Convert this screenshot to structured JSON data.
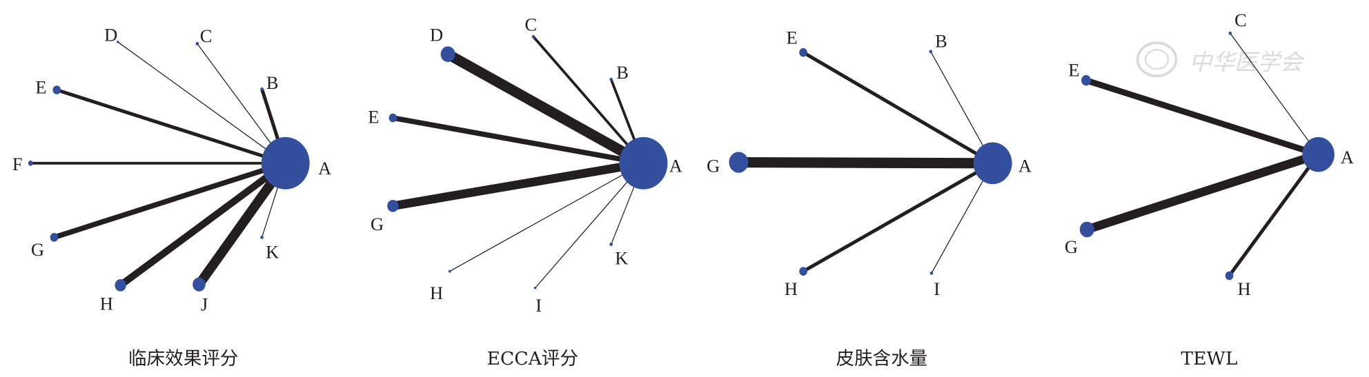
{
  "colors": {
    "node": "#334f9e",
    "edge": "#231f20",
    "watermark": "#d6d6d6"
  },
  "watermark": "中华医学会",
  "chart_data": [
    {
      "type": "network",
      "title": "临床效果评分",
      "nodes": [
        {
          "id": "A",
          "size": 30
        },
        {
          "id": "B",
          "size": 2
        },
        {
          "id": "C",
          "size": 2
        },
        {
          "id": "D",
          "size": 1
        },
        {
          "id": "E",
          "size": 5
        },
        {
          "id": "F",
          "size": 3
        },
        {
          "id": "G",
          "size": 5
        },
        {
          "id": "H",
          "size": 7
        },
        {
          "id": "J",
          "size": 8
        },
        {
          "id": "K",
          "size": 2
        }
      ],
      "edges": [
        {
          "from": "A",
          "to": "B",
          "weight": 4
        },
        {
          "from": "A",
          "to": "C",
          "weight": 1
        },
        {
          "from": "A",
          "to": "D",
          "weight": 1
        },
        {
          "from": "A",
          "to": "E",
          "weight": 4
        },
        {
          "from": "A",
          "to": "F",
          "weight": 3
        },
        {
          "from": "A",
          "to": "G",
          "weight": 6
        },
        {
          "from": "A",
          "to": "H",
          "weight": 8
        },
        {
          "from": "A",
          "to": "J",
          "weight": 11
        },
        {
          "from": "A",
          "to": "K",
          "weight": 1
        }
      ]
    },
    {
      "type": "network",
      "title": "ECCA评分",
      "nodes": [
        {
          "id": "A",
          "size": 30
        },
        {
          "id": "B",
          "size": 2
        },
        {
          "id": "C",
          "size": 2
        },
        {
          "id": "D",
          "size": 9
        },
        {
          "id": "E",
          "size": 5
        },
        {
          "id": "G",
          "size": 7
        },
        {
          "id": "H",
          "size": 1
        },
        {
          "id": "I",
          "size": 1
        },
        {
          "id": "K",
          "size": 2
        }
      ],
      "edges": [
        {
          "from": "A",
          "to": "B",
          "weight": 3
        },
        {
          "from": "A",
          "to": "C",
          "weight": 3
        },
        {
          "from": "A",
          "to": "D",
          "weight": 12
        },
        {
          "from": "A",
          "to": "E",
          "weight": 6
        },
        {
          "from": "A",
          "to": "G",
          "weight": 10
        },
        {
          "from": "A",
          "to": "H",
          "weight": 1
        },
        {
          "from": "A",
          "to": "I",
          "weight": 1
        },
        {
          "from": "A",
          "to": "K",
          "weight": 1
        }
      ]
    },
    {
      "type": "network",
      "title": "皮肤含水量",
      "nodes": [
        {
          "id": "A",
          "size": 24
        },
        {
          "id": "B",
          "size": 2
        },
        {
          "id": "E",
          "size": 5
        },
        {
          "id": "G",
          "size": 12
        },
        {
          "id": "H",
          "size": 5
        },
        {
          "id": "I",
          "size": 2
        }
      ],
      "edges": [
        {
          "from": "A",
          "to": "B",
          "weight": 1
        },
        {
          "from": "A",
          "to": "E",
          "weight": 4
        },
        {
          "from": "A",
          "to": "G",
          "weight": 12
        },
        {
          "from": "A",
          "to": "H",
          "weight": 4
        },
        {
          "from": "A",
          "to": "I",
          "weight": 1
        }
      ]
    },
    {
      "type": "network",
      "title": "TEWL",
      "nodes": [
        {
          "id": "A",
          "size": 20
        },
        {
          "id": "C",
          "size": 2
        },
        {
          "id": "E",
          "size": 6
        },
        {
          "id": "G",
          "size": 9
        },
        {
          "id": "H",
          "size": 5
        }
      ],
      "edges": [
        {
          "from": "A",
          "to": "C",
          "weight": 1
        },
        {
          "from": "A",
          "to": "E",
          "weight": 7
        },
        {
          "from": "A",
          "to": "G",
          "weight": 10
        },
        {
          "from": "A",
          "to": "H",
          "weight": 4
        }
      ]
    }
  ]
}
